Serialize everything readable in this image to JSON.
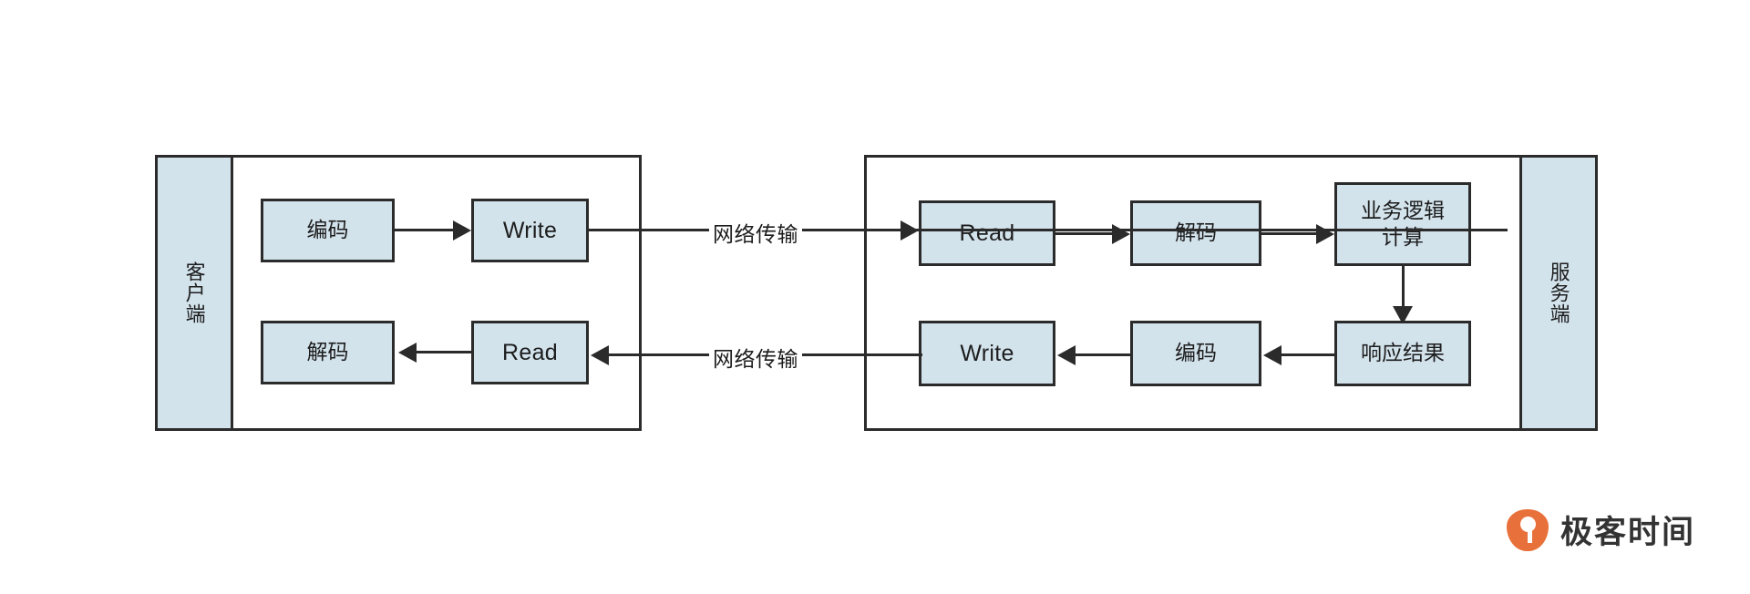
{
  "diagram": {
    "title": "RPC client-server encode/decode flow",
    "colors": {
      "node_fill": "#d3e3ec",
      "stroke": "#2b2b2b",
      "background": "#ffffff",
      "brand_accent": "#e8703a"
    },
    "client": {
      "side_label": "客户端",
      "request_row": [
        {
          "id": "client-encode",
          "label": "编码"
        },
        {
          "id": "client-write",
          "label": "Write"
        }
      ],
      "response_row": [
        {
          "id": "client-decode",
          "label": "解码"
        },
        {
          "id": "client-read",
          "label": "Read"
        }
      ]
    },
    "server": {
      "side_label": "服务端",
      "request_row": [
        {
          "id": "server-read",
          "label": "Read"
        },
        {
          "id": "server-decode",
          "label": "解码"
        },
        {
          "id": "server-business",
          "label": "业务逻辑\n计算"
        }
      ],
      "response_row": [
        {
          "id": "server-write",
          "label": "Write"
        },
        {
          "id": "server-encode",
          "label": "编码"
        },
        {
          "id": "server-result",
          "label": "响应结果"
        }
      ]
    },
    "edges": {
      "network_request": "网络传输",
      "network_response": "网络传输"
    }
  },
  "brand": {
    "name": "极客时间",
    "mark": "geektime-logo-icon"
  }
}
